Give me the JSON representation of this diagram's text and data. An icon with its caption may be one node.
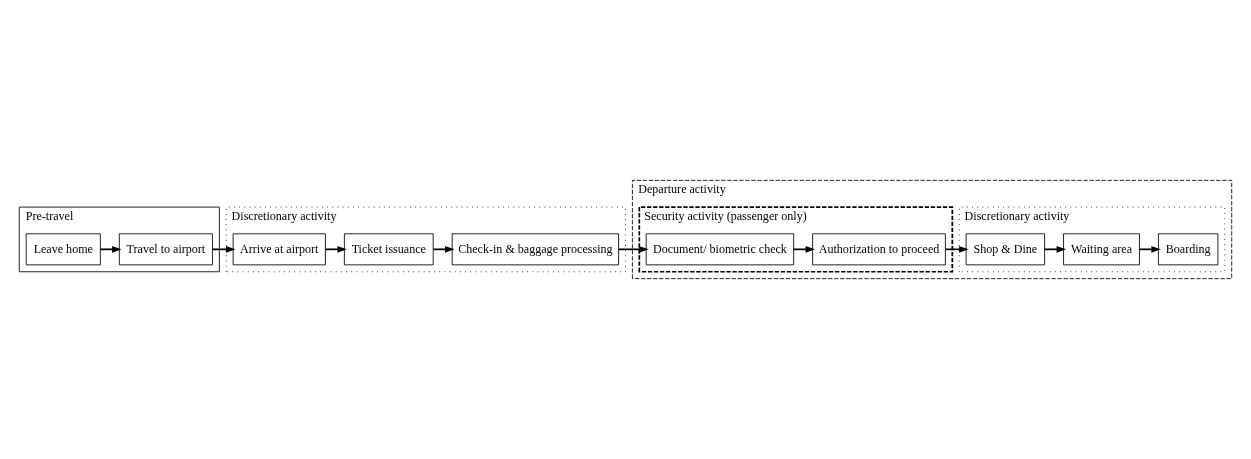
{
  "diagram": {
    "nodes": [
      {
        "text": [
          "Pre-travel"
        ]
      },
      {
        "text": [
          "Departure activity"
        ]
      },
      {
        "text": [
          "Discretionary activity"
        ]
      },
      {
        "text": [
          "Leave home"
        ],
        "in": 0
      },
      {
        "text": [
          "Travel to airport"
        ],
        "in": 0
      },
      {
        "text": [
          "Arrive at airport"
        ],
        "in": 2
      },
      {
        "text": [
          "Ticket issuance"
        ],
        "in": 2
      },
      {
        "text": [
          "Check-in & baggage processing"
        ],
        "in": 2
      },
      {
        "text": [
          "Security activity (passenger only)"
        ],
        "in": 1
      },
      {
        "text": [
          "Document/ biometric check"
        ],
        "in": 8
      },
      {
        "text": [
          "Authorization to proceed"
        ],
        "in": 8
      },
      {
        "text": [
          "Discretionary activity"
        ],
        "in": 1
      },
      {
        "text": [
          "Shop & Dine"
        ],
        "in": 11
      },
      {
        "text": [
          "Waiting area"
        ],
        "in": 11
      },
      {
        "text": [
          "Boarding"
        ],
        "in": 11
      }
    ],
    "edges": [
      {
        "from": 3,
        "to": 4,
        "arrow": "to"
      },
      {
        "from": 4,
        "to": 5,
        "arrow": "to"
      },
      {
        "from": 5,
        "to": 6,
        "arrow": "to"
      },
      {
        "from": 6,
        "to": 7,
        "arrow": "to"
      },
      {
        "from": 7,
        "to": 9,
        "arrow": "to"
      },
      {
        "from": 9,
        "to": 10,
        "arrow": "to"
      },
      {
        "from": 10,
        "to": 12,
        "arrow": "to"
      },
      {
        "from": 12,
        "to": 13,
        "arrow": "to"
      },
      {
        "from": 13,
        "to": 14,
        "arrow": "to"
      }
    ]
  }
}
